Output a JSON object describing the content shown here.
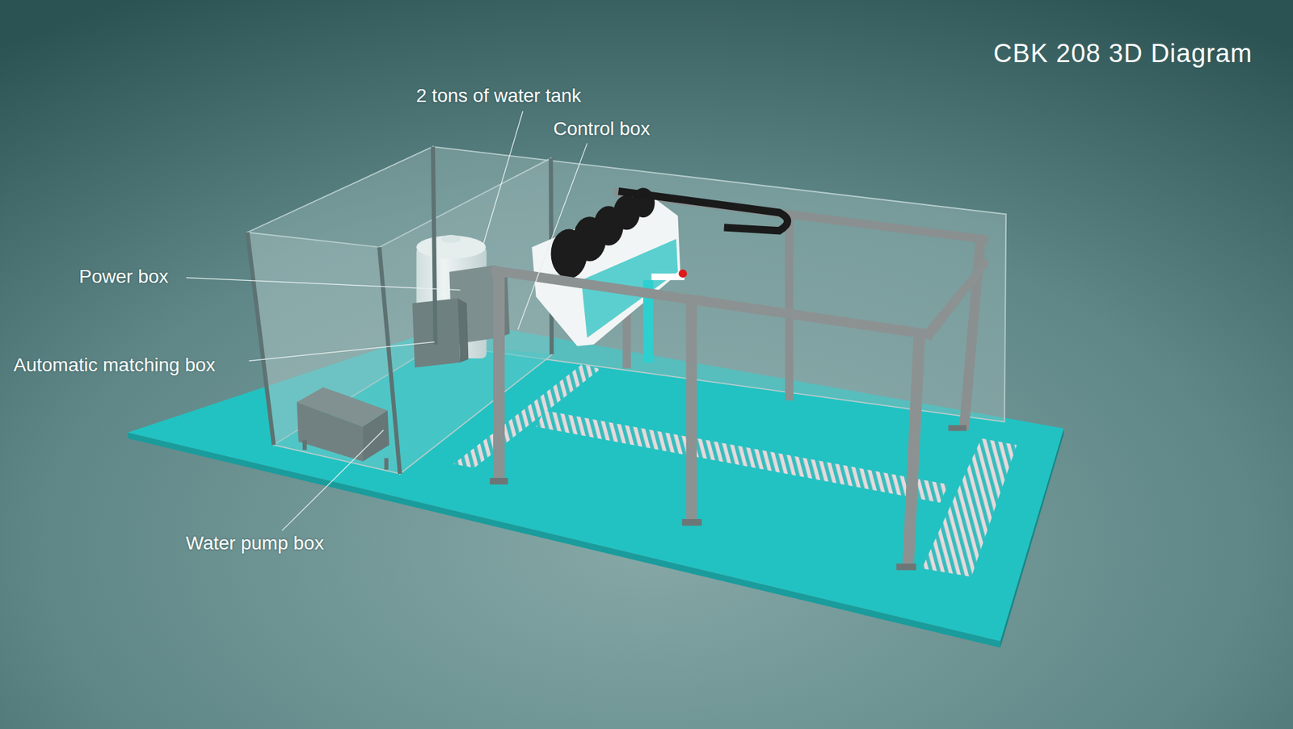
{
  "diagram": {
    "title": "CBK 208 3D Diagram",
    "labels": [
      "2 tons of water tank",
      "Control box",
      "Power box",
      "Automatic matching box",
      "Water pump box"
    ]
  }
}
